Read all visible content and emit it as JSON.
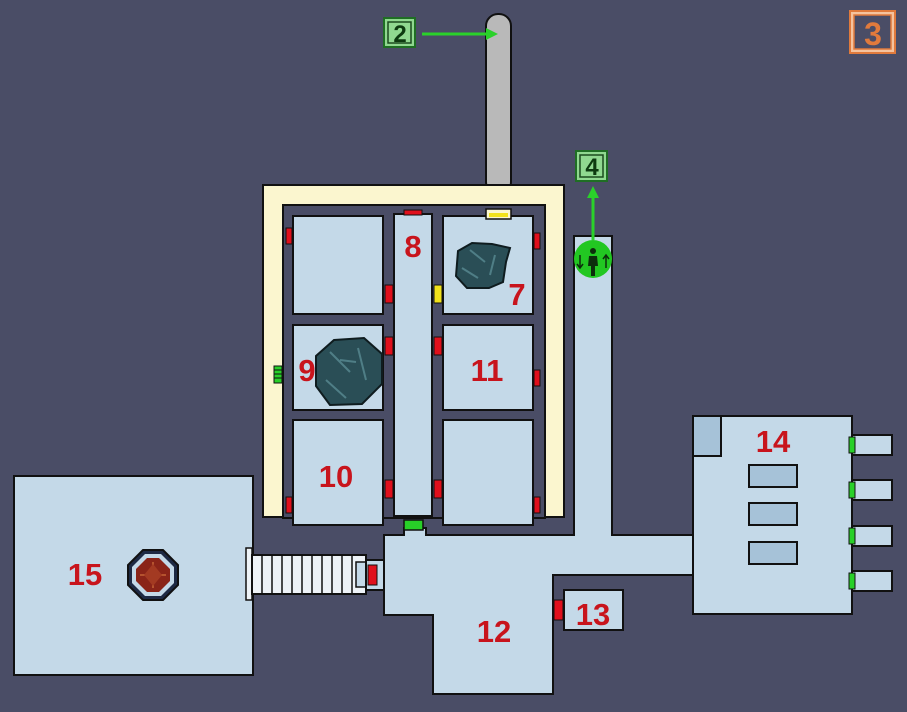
{
  "map": {
    "floor_number": "3",
    "map_links": [
      {
        "id": "link-2",
        "label": "2"
      },
      {
        "id": "link-4",
        "label": "4"
      }
    ],
    "rooms": [
      {
        "id": "7",
        "label": "7"
      },
      {
        "id": "8",
        "label": "8"
      },
      {
        "id": "9",
        "label": "9"
      },
      {
        "id": "10",
        "label": "10"
      },
      {
        "id": "11",
        "label": "11"
      },
      {
        "id": "12",
        "label": "12"
      },
      {
        "id": "13",
        "label": "13"
      },
      {
        "id": "14",
        "label": "14"
      },
      {
        "id": "15",
        "label": "15"
      }
    ],
    "colors": {
      "background": "#4a4d66",
      "floor": "#c4d9e8",
      "walkway": "#fbf6cf",
      "door_locked": "#e0101c",
      "door_open": "#28d028",
      "door_key": "#f2e21c",
      "map_link": "#2ad12a",
      "floor_badge": "#e07a3c"
    }
  }
}
